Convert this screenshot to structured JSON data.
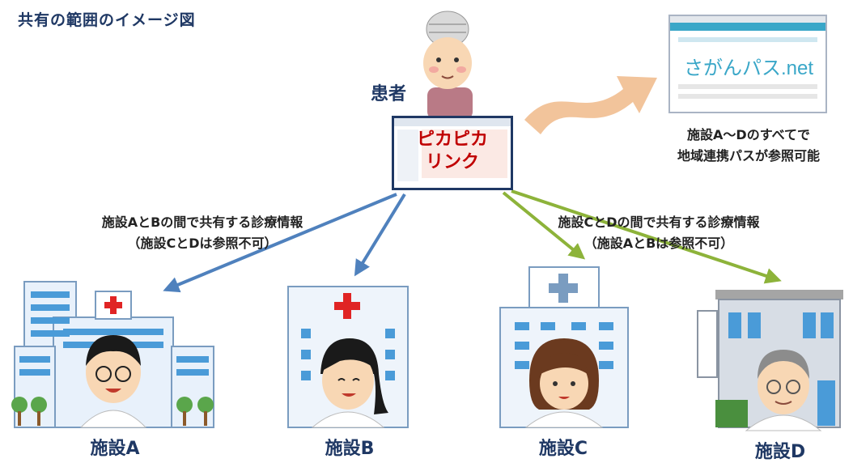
{
  "page": {
    "title": "共有の範囲のイメージ図",
    "patient_label": "患者"
  },
  "center_system": {
    "line1": "ピカピカ",
    "line2": "リンク"
  },
  "web_system": {
    "name": "さがんパス.net",
    "caption_line1": "施設A～Dのすべてで",
    "caption_line2": "地域連携パスが参照可能"
  },
  "left_info": {
    "line1": "施設AとBの間で共有する診療情報",
    "line2": "（施設CとDは参照不可）"
  },
  "right_info": {
    "line1": "施設CとDの間で共有する診療情報",
    "line2": "（施設AとBは参照不可）"
  },
  "facilities": [
    {
      "label": "施設A"
    },
    {
      "label": "施設B"
    },
    {
      "label": "施設C"
    },
    {
      "label": "施設D"
    }
  ],
  "colors": {
    "title": "#1f3864",
    "arrow_blue": "#4f81bd",
    "arrow_green": "#8db33a",
    "big_arrow": "#f2c49b",
    "pika_red": "#c00000",
    "net_cyan": "#3aa7c8"
  }
}
